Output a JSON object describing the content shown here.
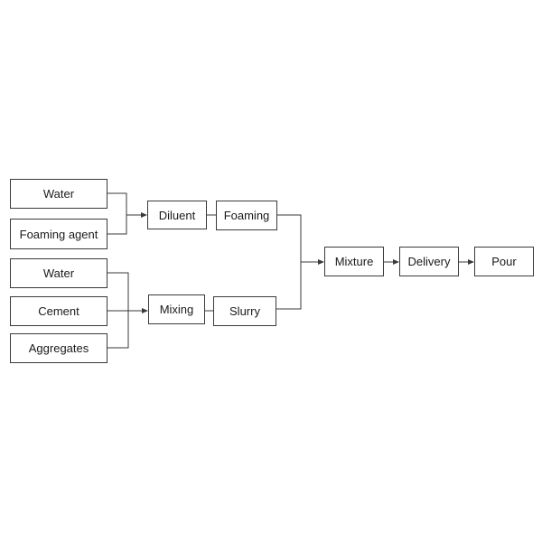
{
  "diagram": {
    "nodes": {
      "water_1": "Water",
      "foaming_agent": "Foaming agent",
      "water_2": "Water",
      "cement": "Cement",
      "aggregates": "Aggregates",
      "diluent": "Diluent",
      "foaming": "Foaming",
      "mixing": "Mixing",
      "slurry": "Slurry",
      "mixture": "Mixture",
      "delivery": "Delivery",
      "pour": "Pour"
    },
    "colors": {
      "line": "#3a3a3a",
      "box_border": "#3a3a3a",
      "text": "#1a1a1a",
      "background": "#ffffff"
    }
  }
}
